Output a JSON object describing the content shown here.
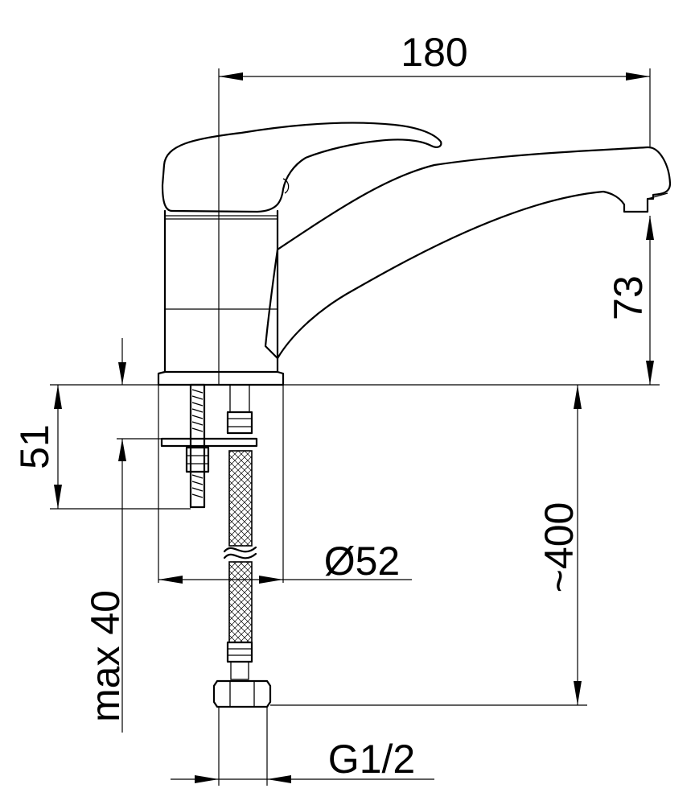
{
  "dimensions": {
    "spout_reach": "180",
    "spout_height": "73",
    "mount_thickness": "51",
    "base_diameter": "Ø52",
    "hose_length": "~400",
    "countertop_max": "max 40",
    "connection_thread": "G1/2"
  }
}
